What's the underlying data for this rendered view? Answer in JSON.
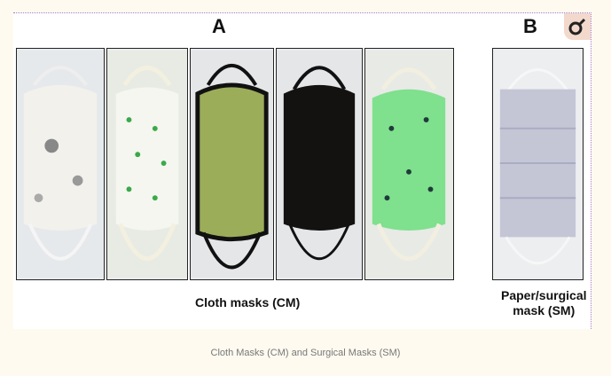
{
  "figure": {
    "panel_a_label": "A",
    "panel_b_label": "B",
    "cloth_label": "Cloth masks (CM)",
    "surgical_label_line1": "Paper/surgical",
    "surgical_label_line2": "mask (SM)",
    "icon": "lens-icon"
  },
  "caption": "Cloth Masks (CM) and Surgical Masks (SM)",
  "colors": {
    "background": "#fefaf0",
    "border": "#a77cc4"
  }
}
